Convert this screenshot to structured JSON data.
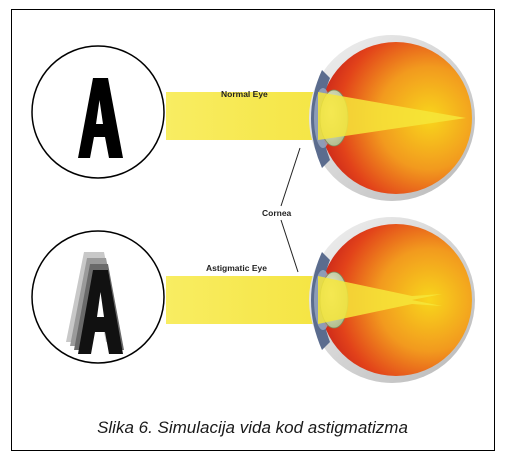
{
  "figure": {
    "labels": {
      "normal_eye": "Normal Eye",
      "cornea": "Cornea",
      "astigmatic_eye": "Astigmatic Eye"
    },
    "caption": "Slika 6. Simulacija vida kod astigmatizma",
    "chart_letter": "A",
    "colors": {
      "light_beam": "#f2e12a",
      "eyeball_outer": "#e8501a",
      "eyeball_inner": "#f7d21a",
      "sclera": "#d9d9d9",
      "lens": "#c4cfa0",
      "iris": "#4a5a78",
      "frame": "#000000"
    }
  }
}
